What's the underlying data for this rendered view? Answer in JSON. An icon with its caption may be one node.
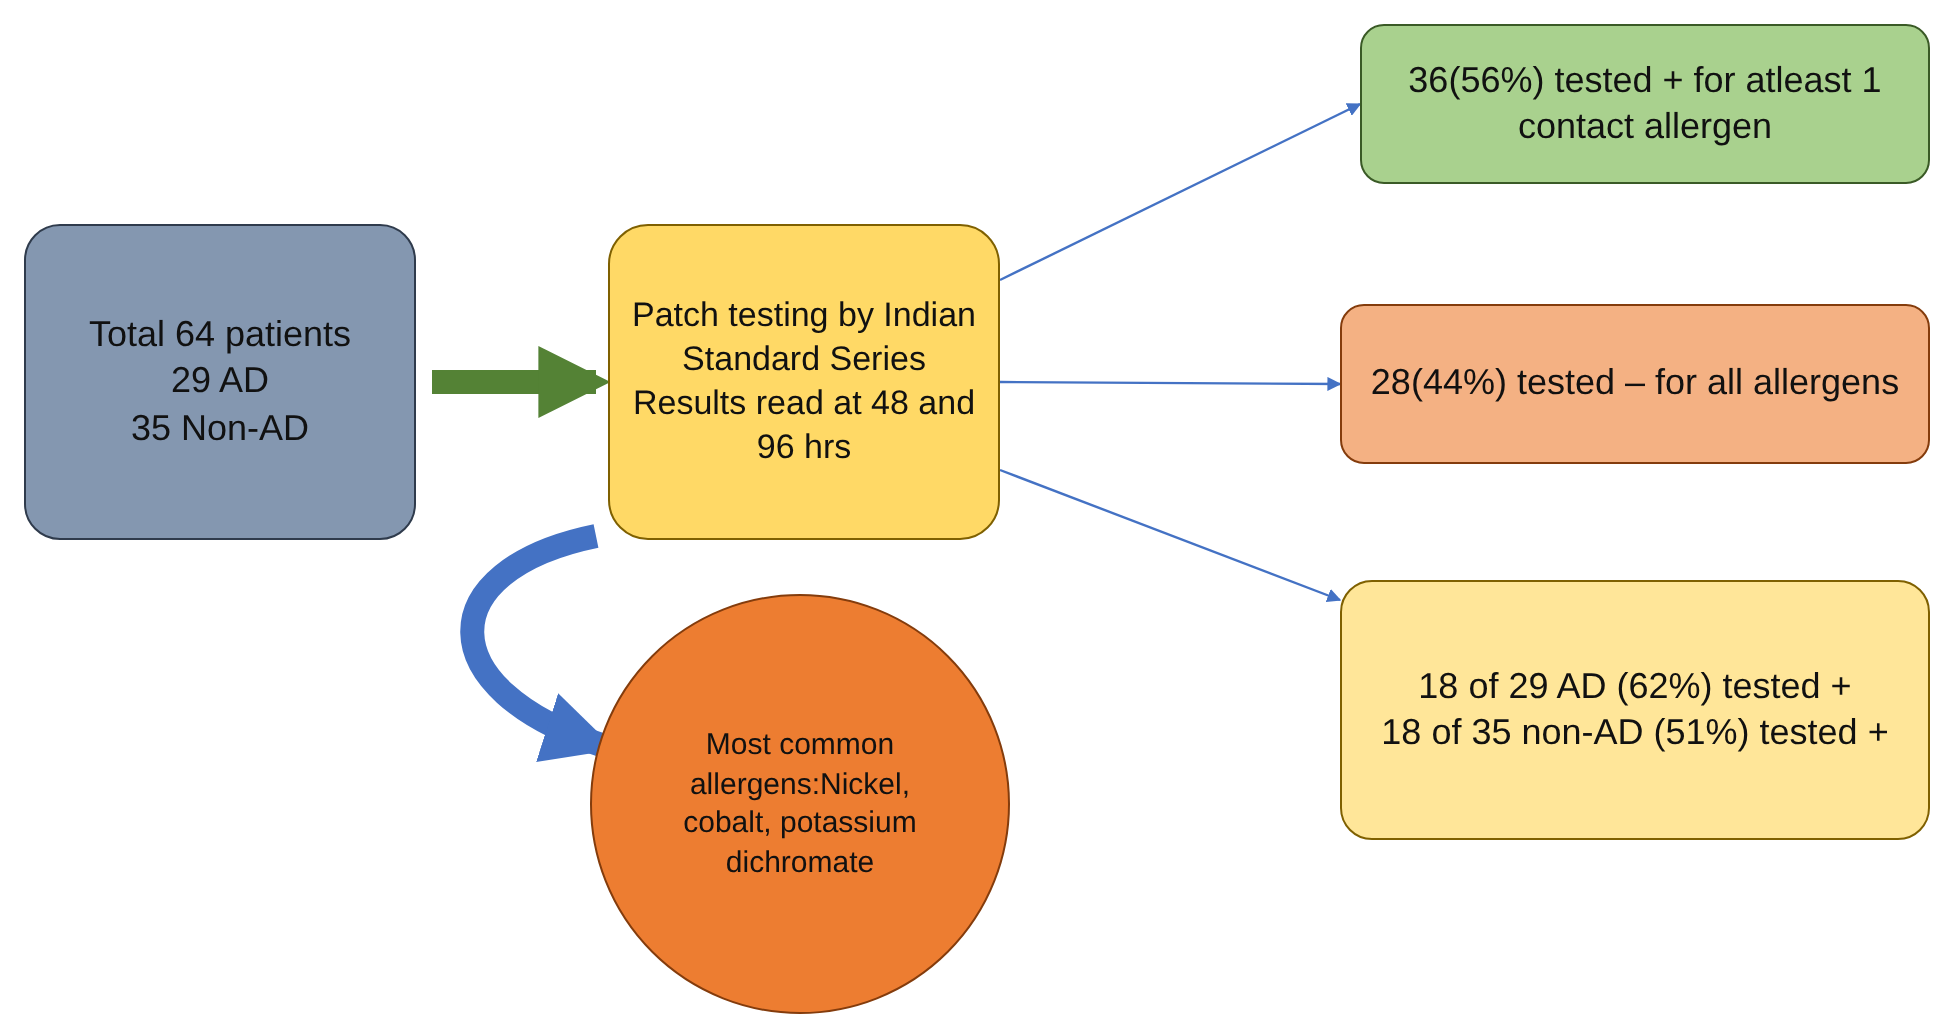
{
  "diagram": {
    "nodes": [
      {
        "text": [
          "Total 64 patients",
          "29 AD",
          "35 Non-AD"
        ]
      },
      {
        "text": [
          "Patch testing by Indian Standard Series",
          "Results read at 48 and 96 hrs"
        ]
      },
      {
        "text": [
          "36(56%) tested + for atleast 1 contact allergen"
        ]
      },
      {
        "text": [
          "28(44%) tested – for all allergens"
        ]
      },
      {
        "text": [
          "18 of 29 AD (62%) tested +",
          "18 of 35 non-AD (51%) tested +"
        ]
      },
      {
        "text": [
          "Most common allergens:Nickel, cobalt, potassium dichromate"
        ]
      }
    ],
    "edges": [
      {
        "from": 0,
        "to": 1,
        "arrow": "to",
        "style": "thick",
        "color": "#548235"
      },
      {
        "from": 1,
        "to": 2,
        "arrow": "to"
      },
      {
        "from": 1,
        "to": 3,
        "arrow": "to"
      },
      {
        "from": 1,
        "to": 4,
        "arrow": "to"
      },
      {
        "from": 1,
        "to": 5,
        "arrow": "to",
        "style": "thick"
      }
    ]
  }
}
